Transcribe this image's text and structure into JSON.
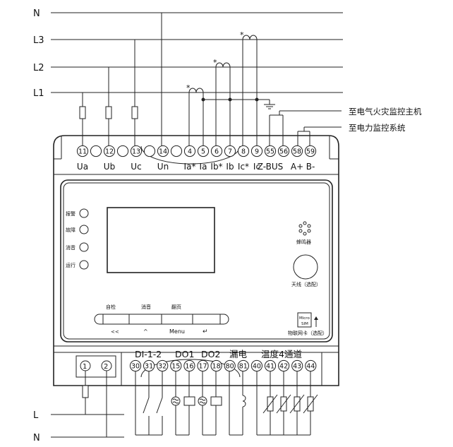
{
  "bus_labels": [
    "N",
    "L3",
    "L2",
    "L1"
  ],
  "top_terminals": [
    {
      "num": "11",
      "label": "Ua"
    },
    {
      "num": "",
      "label": ""
    },
    {
      "num": "12",
      "label": "Ub"
    },
    {
      "num": "",
      "label": ""
    },
    {
      "num": "13",
      "label": "Uc"
    },
    {
      "num": "",
      "label": ""
    },
    {
      "num": "14",
      "label": "Un"
    },
    {
      "num": "",
      "label": ""
    },
    {
      "num": "4",
      "label": "Ia*"
    },
    {
      "num": "5",
      "label": "Ia"
    },
    {
      "num": "6",
      "label": "Ib*"
    },
    {
      "num": "7",
      "label": "Ib"
    },
    {
      "num": "8",
      "label": "Ic*"
    },
    {
      "num": "9",
      "label": "Ic"
    },
    {
      "num": "55",
      "label": "Z-BUS"
    },
    {
      "num": "56",
      "label": ""
    },
    {
      "num": "58",
      "label": "A+"
    },
    {
      "num": "59",
      "label": "B-"
    }
  ],
  "ct_star": "*",
  "ext_labels": [
    "至电气火灾监控主机",
    "至电力监控系统"
  ],
  "indicators": [
    "报警",
    "故障",
    "消音",
    "运行"
  ],
  "buttons_top": [
    "自检",
    "消音",
    "翻页"
  ],
  "buttons_bottom": [
    "<<",
    "^",
    "Menu",
    "↵"
  ],
  "buzzer_label": "蜂鸣器",
  "antenna_label": "天线（选配）",
  "sim_text": [
    "Micro",
    "SIM"
  ],
  "sim_label": "物联网卡（选配）",
  "group_labels": [
    "DI-1-2",
    "DO1",
    "DO2",
    "漏电",
    "温度4通道"
  ],
  "power_terminals": [
    "1",
    "2"
  ],
  "bottom_terminals": [
    "30",
    "31",
    "32",
    "15",
    "16",
    "17",
    "18",
    "80",
    "81",
    "40",
    "41",
    "42",
    "43",
    "44"
  ],
  "supply_labels": [
    "L",
    "N"
  ],
  "colors": {
    "line": "#222222",
    "panel_fill": "#ffffff"
  }
}
